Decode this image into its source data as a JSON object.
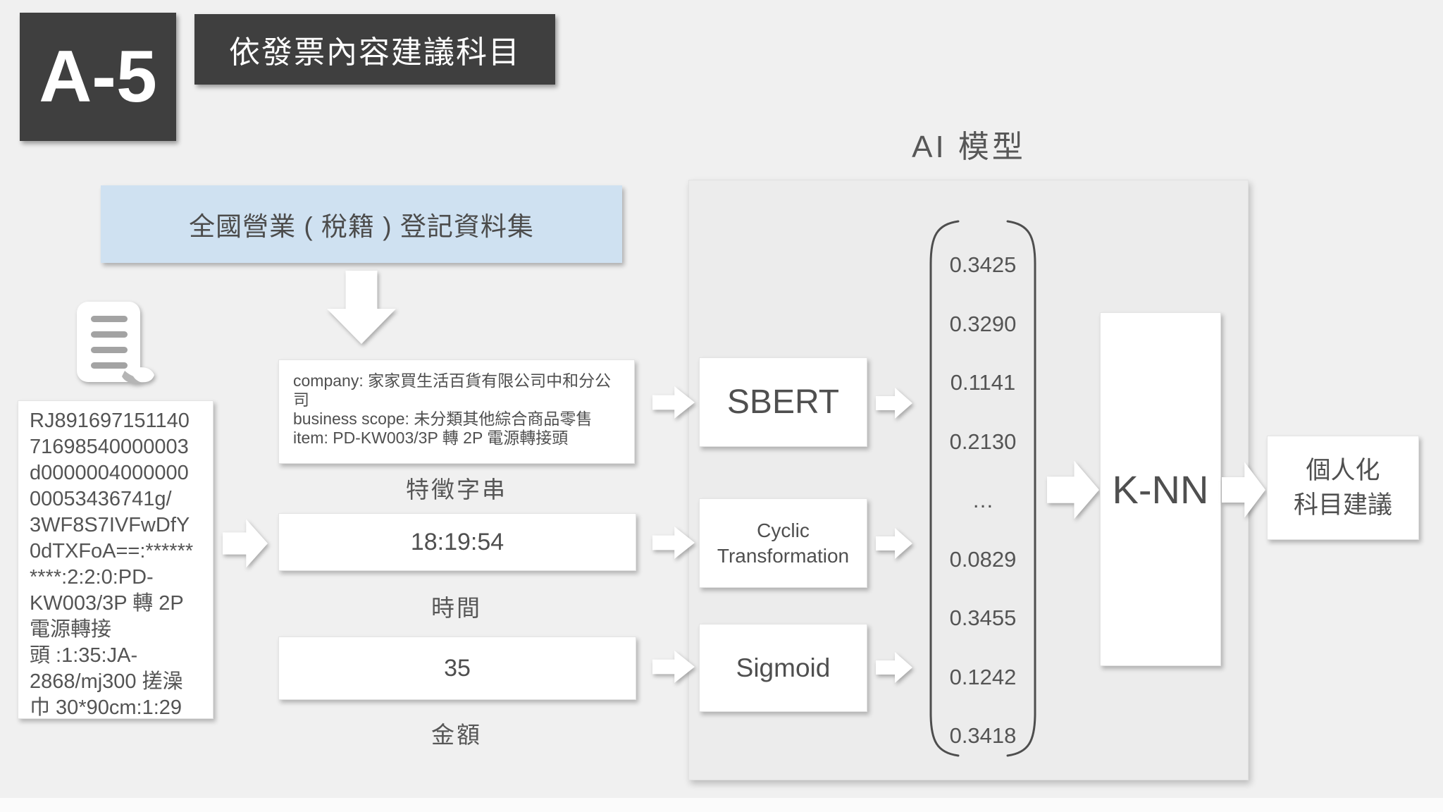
{
  "badge": {
    "label": "A-5"
  },
  "header": {
    "title": "依發票內容建議科目"
  },
  "dataset": {
    "label": "全國營業 ( 稅籍 ) 登記資料集"
  },
  "invoice": {
    "raw_text": "RJ891697151140\n71698540000003\nd0000004000000\n00053436741g/\n3WF8S7IVFwDfY\n0dTXFoA==:******\n****:2:2:0:PD-\nKW003/3P 轉 2P\n電源轉接\n頭 :1:35:JA-\n2868/mj300 搓澡\n巾 30*90cm:1:29"
  },
  "features": {
    "feature_string": {
      "lines": [
        "company:  家家買生活百貨有限公司中和分公司",
        "business scope:  未分類其他綜合商品零售",
        "item: PD-KW003/3P 轉 2P 電源轉接頭"
      ],
      "label": "特徵字串"
    },
    "time": {
      "value": "18:19:54",
      "label": "時間"
    },
    "amount": {
      "value": "35",
      "label": "金額"
    }
  },
  "ai_model": {
    "title": "AI  模型",
    "models": {
      "sbert": "SBERT",
      "cyclic": "Cyclic\nTransformation",
      "sigmoid": "Sigmoid"
    },
    "knn": "K-NN"
  },
  "vector": {
    "values": [
      "0.3425",
      "0.3290",
      "0.1141",
      "0.2130",
      "…",
      "0.0829",
      "0.3455",
      "0.1242",
      "0.3418"
    ]
  },
  "output": {
    "label": "個人化\n科目建議"
  },
  "colors": {
    "page_bg": "#f0f0f0",
    "panel_bg": "#ececec",
    "dark_box": "#3f3f3f",
    "dataset_blue": "#cfe1f1",
    "text": "#575757"
  }
}
